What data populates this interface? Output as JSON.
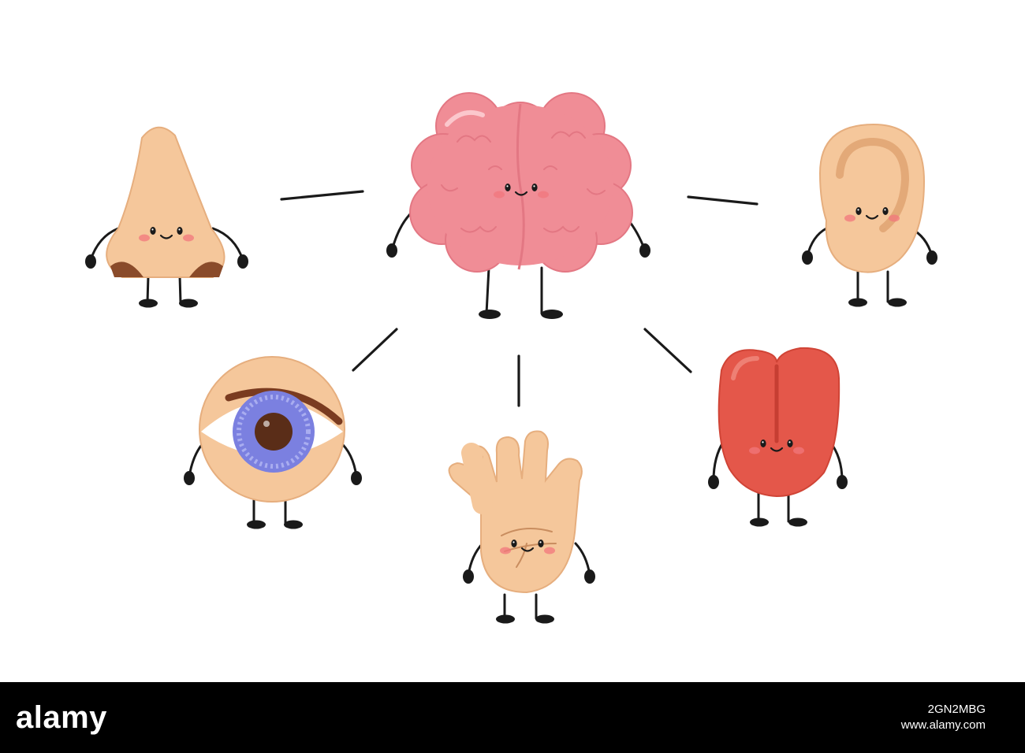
{
  "diagram": {
    "center": "brain",
    "nodes": [
      "nose",
      "ear",
      "eye",
      "hand",
      "tongue"
    ],
    "connections": [
      [
        "brain",
        "nose"
      ],
      [
        "brain",
        "ear"
      ],
      [
        "brain",
        "eye"
      ],
      [
        "brain",
        "hand"
      ],
      [
        "brain",
        "tongue"
      ]
    ]
  },
  "colors": {
    "brain": "#f08d96",
    "skin": "#f5c79b",
    "tongue": "#e4574a",
    "iris": "#7b80e0",
    "outline": "#1a1a1a",
    "background": "#ffffff",
    "bar": "#000000"
  },
  "watermark": {
    "logo": "alamy",
    "image_id": "2GN2MBG",
    "site": "www.alamy.com"
  }
}
